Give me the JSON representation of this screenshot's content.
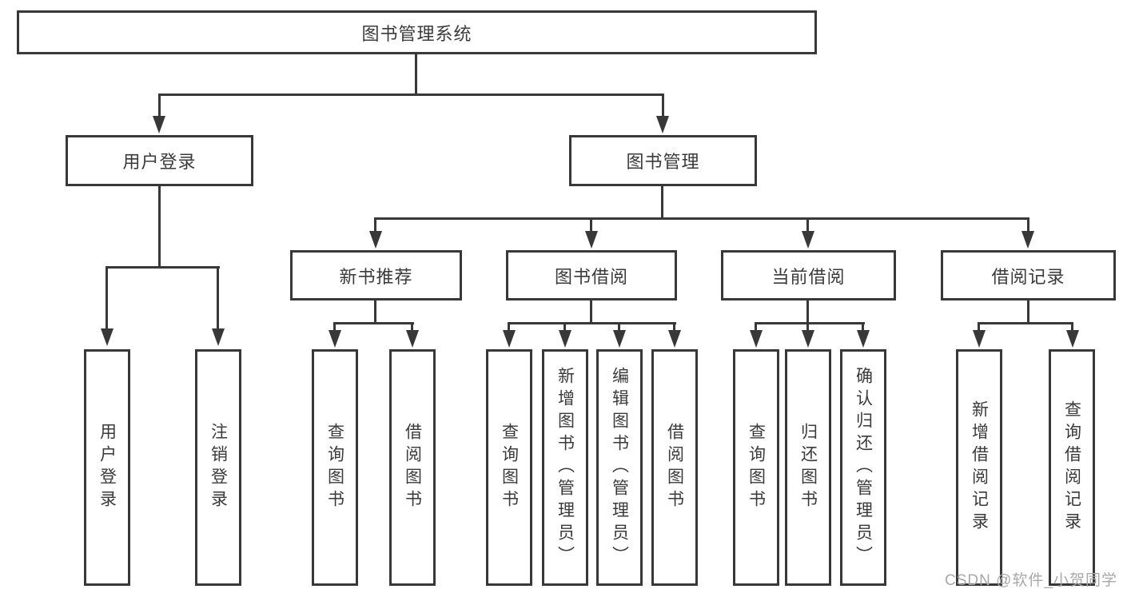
{
  "diagram_title": "图书管理系统",
  "nodes": {
    "root": {
      "label": "图书管理系统"
    },
    "user_login": {
      "label": "用户登录"
    },
    "book_management": {
      "label": "图书管理"
    },
    "new_book_recommend": {
      "label": "新书推荐"
    },
    "book_borrow": {
      "label": "图书借阅"
    },
    "current_borrow": {
      "label": "当前借阅"
    },
    "borrow_records": {
      "label": "借阅记录"
    },
    "leaf_user_login": {
      "label": "用户登录"
    },
    "leaf_logout": {
      "label": "注销登录"
    },
    "leaf_nb_search_book": {
      "label": "查询图书"
    },
    "leaf_nb_borrow_book": {
      "label": "借阅图书"
    },
    "leaf_bb_search_book": {
      "label": "查询图书"
    },
    "leaf_bb_add_book": {
      "label": "新增图书（管理员）"
    },
    "leaf_bb_edit_book": {
      "label": "编辑图书（管理员）"
    },
    "leaf_bb_borrow_book": {
      "label": "借阅图书"
    },
    "leaf_cb_search_book": {
      "label": "查询图书"
    },
    "leaf_cb_return_book": {
      "label": "归还图书"
    },
    "leaf_cb_confirm_return": {
      "label": "确认归还（管理员）"
    },
    "leaf_br_add_record": {
      "label": "新增借阅记录"
    },
    "leaf_br_search_record": {
      "label": "查询借阅记录"
    }
  },
  "hierarchy": {
    "图书管理系统": {
      "用户登录": [
        "用户登录",
        "注销登录"
      ],
      "图书管理": {
        "新书推荐": [
          "查询图书",
          "借阅图书"
        ],
        "图书借阅": [
          "查询图书",
          "新增图书（管理员）",
          "编辑图书（管理员）",
          "借阅图书"
        ],
        "当前借阅": [
          "查询图书",
          "归还图书",
          "确认归还（管理员）"
        ],
        "借阅记录": [
          "新增借阅记录",
          "查询借阅记录"
        ]
      }
    }
  },
  "watermark": "CSDN @软件_小贺同学",
  "colors": {
    "line": "#383838",
    "text": "#3a3a3a",
    "background": "#ffffff",
    "watermark": "#a8a8a8"
  }
}
